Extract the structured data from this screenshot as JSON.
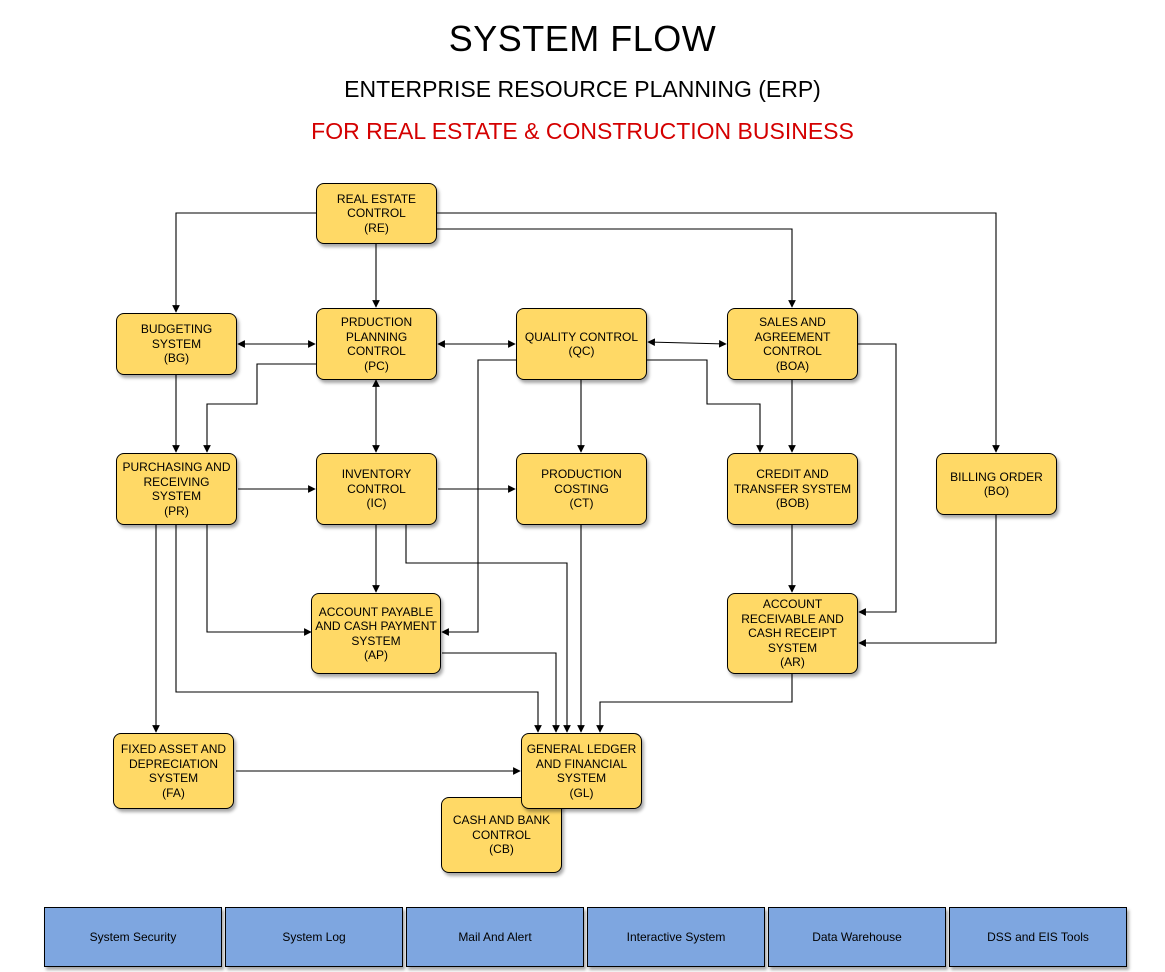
{
  "header": {
    "title": "SYSTEM FLOW",
    "subtitle": "ENTERPRISE RESOURCE PLANNING (ERP)",
    "subtitle2": "FOR REAL ESTATE & CONSTRUCTION BUSINESS",
    "subtitle2_color": "#d40000"
  },
  "colors": {
    "node_fill": "#ffd966",
    "module_fill": "#7ea6e0",
    "stroke": "#000000"
  },
  "nodes": {
    "re": "REAL ESTATE\nCONTROL\n(RE)",
    "bg": "BUDGETING\nSYSTEM\n(BG)",
    "pc": "PRDUCTION\nPLANNING\nCONTROL\n(PC)",
    "qc": "QUALITY CONTROL\n(QC)",
    "boa": "SALES AND\nAGREEMENT\nCONTROL\n(BOA)",
    "pr": "PURCHASING AND\nRECEIVING\nSYSTEM\n(PR)",
    "ic": "INVENTORY\nCONTROL\n(IC)",
    "ct": "PRODUCTION\nCOSTING\n(CT)",
    "bob": "CREDIT AND\nTRANSFER SYSTEM\n(BOB)",
    "bo": "BILLING ORDER\n(BO)",
    "ap": "ACCOUNT PAYABLE\nAND CASH PAYMENT\nSYSTEM\n(AP)",
    "ar": "ACCOUNT\nRECEIVABLE AND\nCASH RECEIPT\nSYSTEM\n(AR)",
    "fa": "FIXED ASSET AND\nDEPRECIATION\nSYSTEM\n(FA)",
    "gl": "GENERAL LEDGER\nAND FINANCIAL\nSYSTEM\n(GL)",
    "cb": "CASH AND BANK\nCONTROL\n(CB)"
  },
  "modules": [
    "System Security",
    "System Log",
    "Mail And Alert",
    "Interactive System",
    "Data Warehouse",
    "DSS and EIS Tools"
  ]
}
